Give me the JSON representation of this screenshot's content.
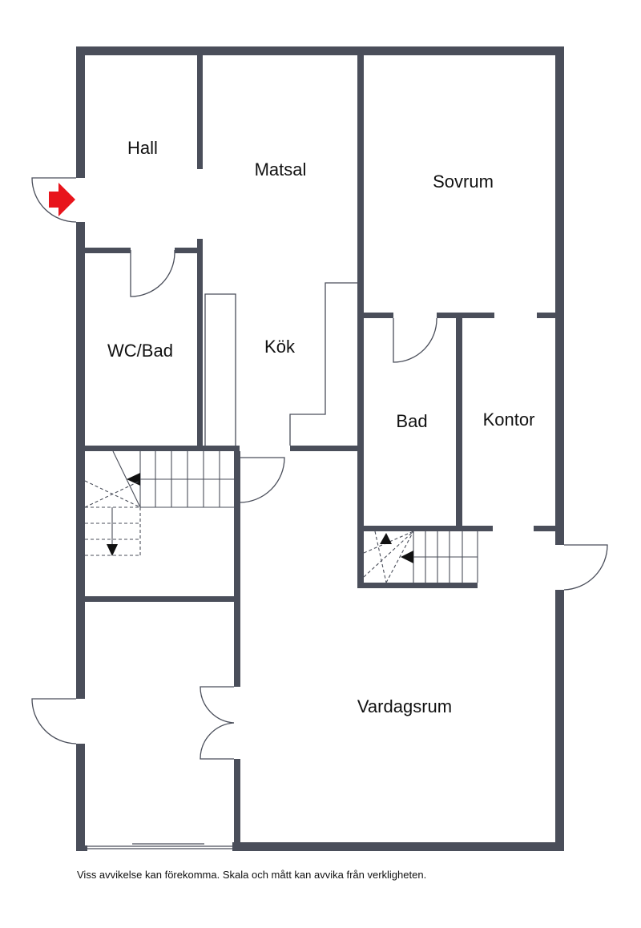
{
  "rooms": {
    "hall": "Hall",
    "matsal": "Matsal",
    "sovrum": "Sovrum",
    "wc_bad": "WC/Bad",
    "kok": "Kök",
    "bad": "Bad",
    "kontor": "Kontor",
    "vardagsrum": "Vardagsrum"
  },
  "disclaimer": "Viss avvikelse kan förekomma. Skala och mått kan avvika från verkligheten.",
  "icons": {
    "entrance": "entrance-arrow-icon"
  },
  "colors": {
    "wall": "#4a4e5a",
    "entrance": "#e8141b"
  }
}
